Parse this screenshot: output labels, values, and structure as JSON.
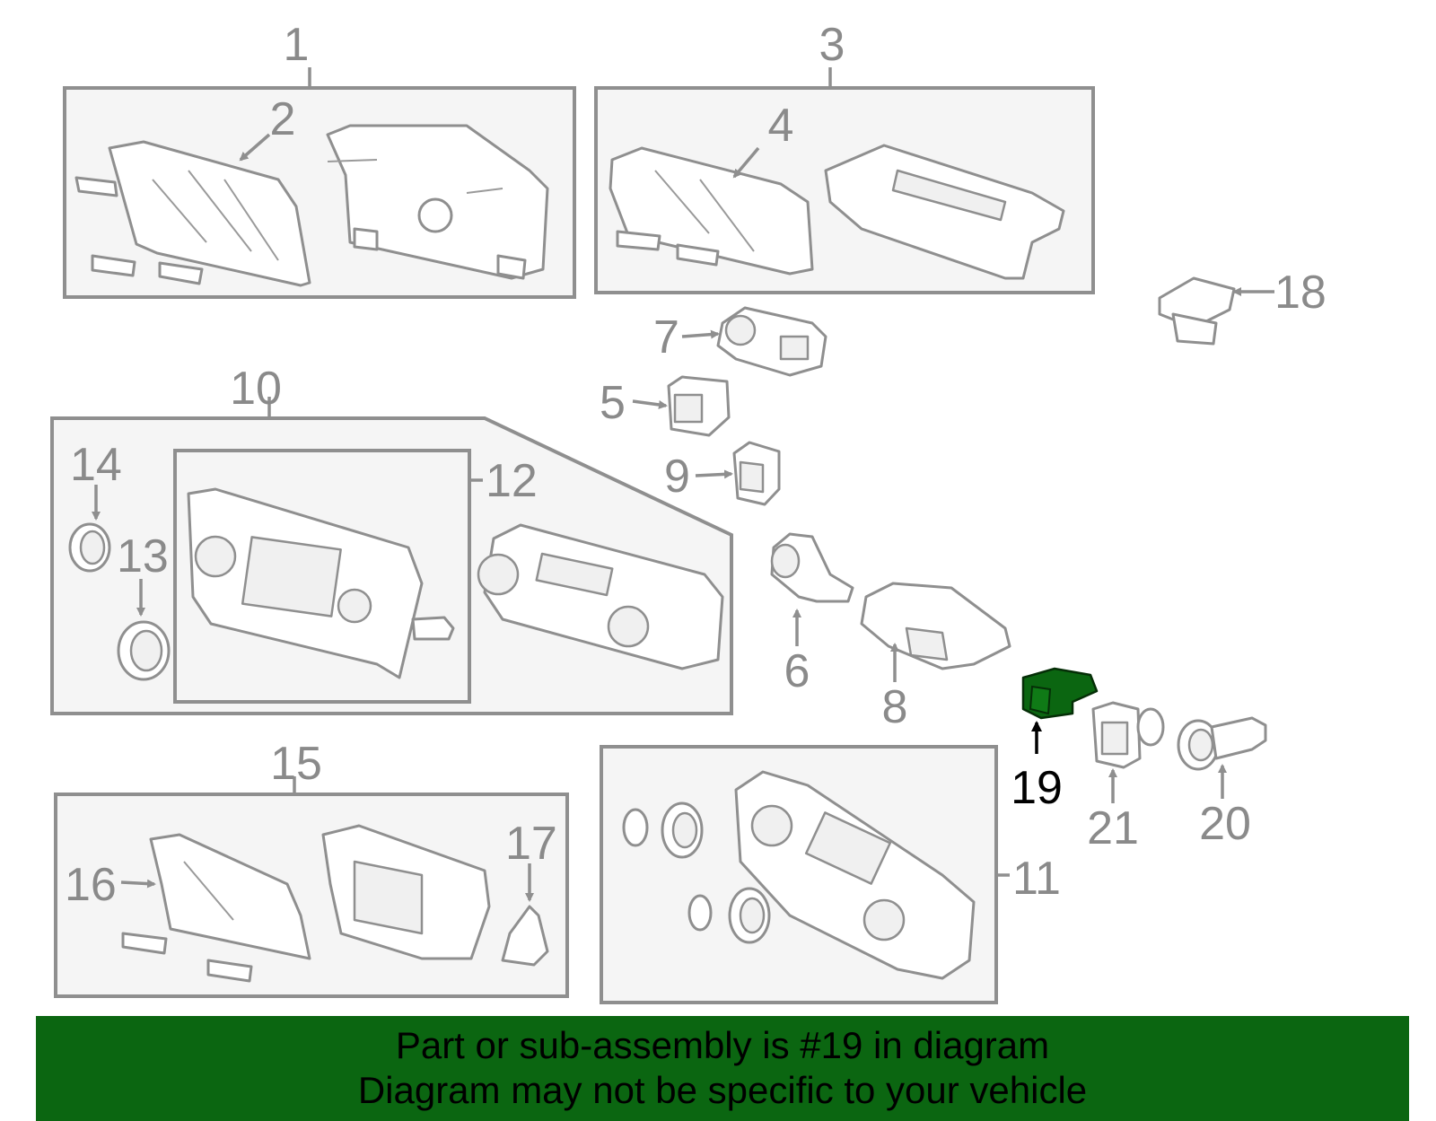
{
  "labels": {
    "n1": "1",
    "n2": "2",
    "n3": "3",
    "n4": "4",
    "n5": "5",
    "n6": "6",
    "n7": "7",
    "n8": "8",
    "n9": "9",
    "n10": "10",
    "n11": "11",
    "n12": "12",
    "n13": "13",
    "n14": "14",
    "n15": "15",
    "n16": "16",
    "n17": "17",
    "n18": "18",
    "n19": "19",
    "n20": "20",
    "n21": "21"
  },
  "highlight": {
    "part_number": "19",
    "color": "#0b6611"
  },
  "banner": {
    "line1": "Part or sub-assembly is #19 in diagram",
    "line2": "Diagram may not be specific to your vehicle",
    "color": "#0b6611"
  }
}
